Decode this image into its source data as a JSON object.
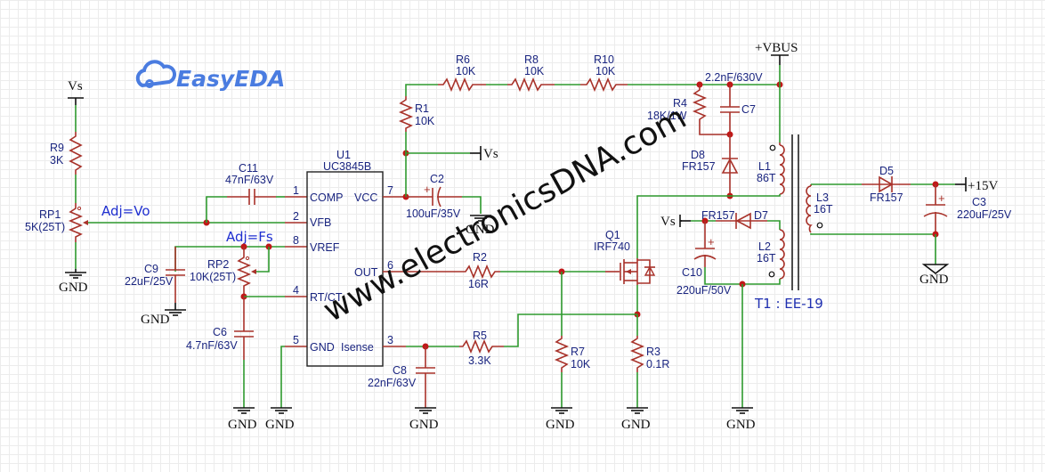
{
  "logo": {
    "text": "EasyEDA",
    "color": "#4a7ce0"
  },
  "watermark": "www.electronicsDNA.com",
  "colors": {
    "wire": "#2e9a2e",
    "part": "#a8322a",
    "label": "#1a2580",
    "junction": "#c01818"
  },
  "ic": {
    "ref": "U1",
    "value": "UC3845B",
    "pins": [
      {
        "num": "1",
        "name": "COMP"
      },
      {
        "num": "2",
        "name": "VFB"
      },
      {
        "num": "8",
        "name": "VREF"
      },
      {
        "num": "4",
        "name": "RT/CT"
      },
      {
        "num": "5",
        "name": "GND"
      },
      {
        "num": "7",
        "name": "VCC"
      },
      {
        "num": "6",
        "name": "OUT"
      },
      {
        "num": "3",
        "name": "Isense"
      }
    ]
  },
  "components": {
    "R9": {
      "ref": "R9",
      "value": "3K"
    },
    "RP1": {
      "ref": "RP1",
      "value": "5K(25T)"
    },
    "C11": {
      "ref": "C11",
      "value": "47nF/63V"
    },
    "C9": {
      "ref": "C9",
      "value": "22uF/25V"
    },
    "RP2": {
      "ref": "RP2",
      "value": "10K(25T)"
    },
    "C6": {
      "ref": "C6",
      "value": "4.7nF/63V"
    },
    "R1": {
      "ref": "R1",
      "value": "10K"
    },
    "R6": {
      "ref": "R6",
      "value": "10K"
    },
    "R8": {
      "ref": "R8",
      "value": "10K"
    },
    "R10": {
      "ref": "R10",
      "value": "10K"
    },
    "C2": {
      "ref": "C2",
      "value": "100uF/35V"
    },
    "R4": {
      "ref": "R4",
      "value": "18K/1W"
    },
    "C7": {
      "ref": "C7",
      "value": "2.2nF/630V"
    },
    "D8": {
      "ref": "D8",
      "value": "FR157"
    },
    "L1": {
      "ref": "L1",
      "value": "86T"
    },
    "L2": {
      "ref": "L2",
      "value": "16T"
    },
    "L3": {
      "ref": "L3",
      "value": "16T"
    },
    "D7": {
      "ref": "D7",
      "value": "FR157"
    },
    "C10": {
      "ref": "C10",
      "value": "220uF/50V"
    },
    "D5": {
      "ref": "D5",
      "value": "FR157"
    },
    "C3": {
      "ref": "C3",
      "value": "220uF/25V"
    },
    "Q1": {
      "ref": "Q1",
      "value": "IRF740"
    },
    "R2": {
      "ref": "R2",
      "value": "16R"
    },
    "R5": {
      "ref": "R5",
      "value": "3.3K"
    },
    "C8": {
      "ref": "C8",
      "value": "22nF/63V"
    },
    "R7": {
      "ref": "R7",
      "value": "10K"
    },
    "R3": {
      "ref": "R3",
      "value": "0.1R"
    }
  },
  "nets": {
    "vs": "Vs",
    "gnd": "GND",
    "vbus": "+VBUS",
    "out15": "+15V"
  },
  "annotations": {
    "adj_vo": "Adj=Vo",
    "adj_fs": "Adj=Fs",
    "transformer": "T1 : EE-19"
  }
}
